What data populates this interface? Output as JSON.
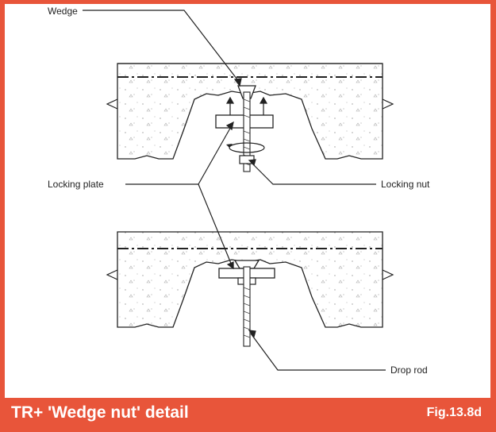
{
  "labels": {
    "wedge": "Wedge",
    "locking_plate": "Locking plate",
    "locking_nut": "Locking nut",
    "drop_rod": "Drop rod"
  },
  "footer": {
    "title": "TR+ 'Wedge nut' detail",
    "fig": "Fig.13.8d"
  },
  "colors": {
    "border": "#e8553a",
    "line": "#222222",
    "concrete": "#f4f4f4"
  }
}
